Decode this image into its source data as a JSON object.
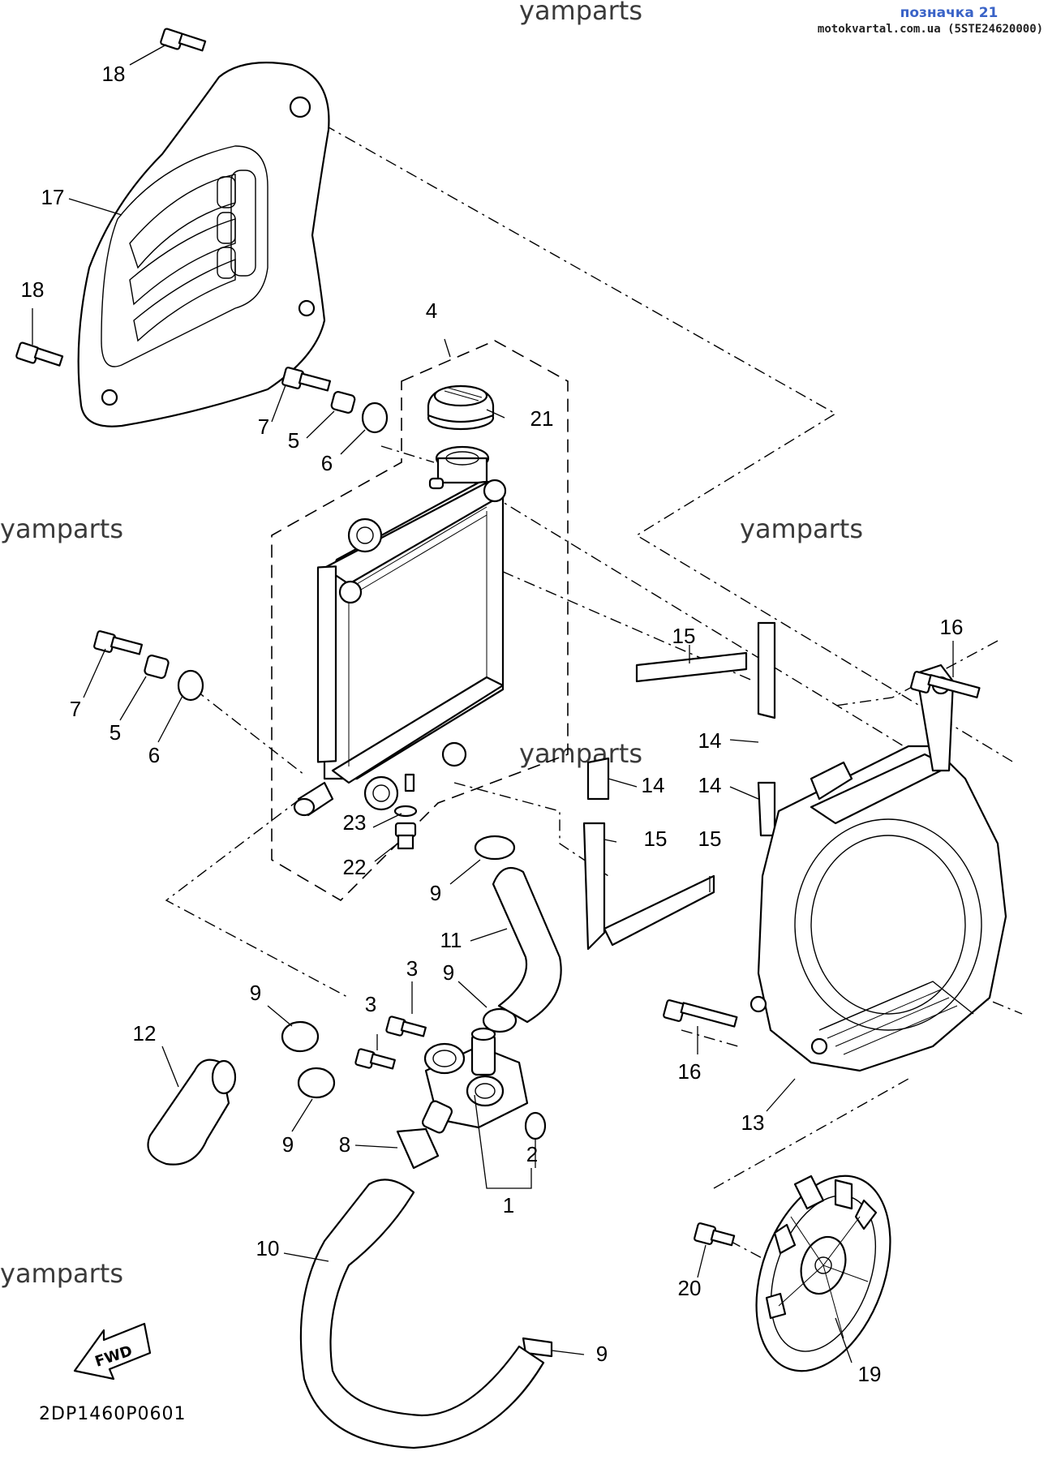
{
  "header": {
    "title": "позначка 21",
    "subtitle": "motokvartal.com.ua (5STE24620000)"
  },
  "watermarks": [
    "yamparts",
    "yamparts",
    "yamparts",
    "yamparts",
    "yamparts"
  ],
  "diagram_code": "2DP1460P0601",
  "fwd_label": "FWD",
  "callouts": {
    "c1": "1",
    "c2": "2",
    "c3a": "3",
    "c3b": "3",
    "c4": "4",
    "c5a": "5",
    "c5b": "5",
    "c6a": "6",
    "c6b": "6",
    "c7a": "7",
    "c7b": "7",
    "c8": "8",
    "c9a": "9",
    "c9b": "9",
    "c9c": "9",
    "c9d": "9",
    "c9e": "9",
    "c10": "10",
    "c11": "11",
    "c12": "12",
    "c13": "13",
    "c14a": "14",
    "c14b": "14",
    "c14c": "14",
    "c15a": "15",
    "c15b": "15",
    "c15c": "15",
    "c16a": "16",
    "c16b": "16",
    "c17": "17",
    "c18a": "18",
    "c18b": "18",
    "c19": "19",
    "c20": "20",
    "c21": "21",
    "c22": "22",
    "c23": "23"
  }
}
